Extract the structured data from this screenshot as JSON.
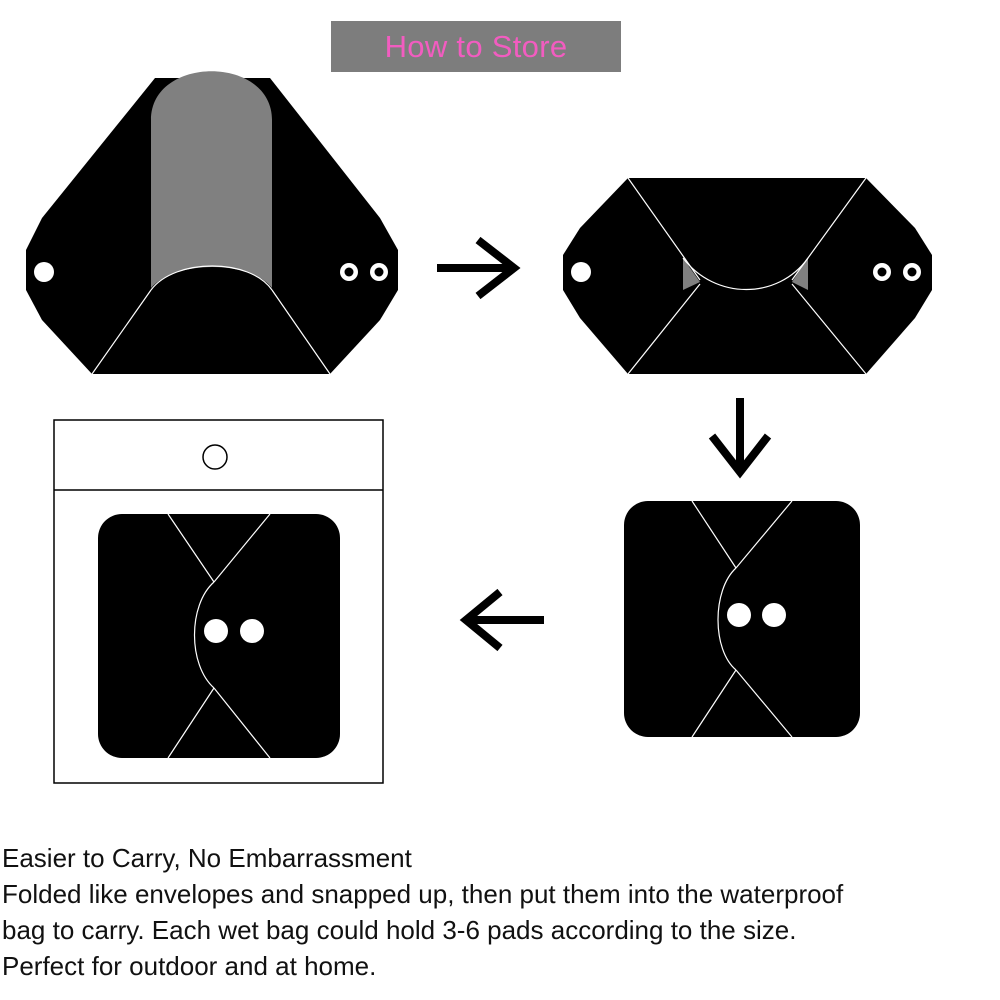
{
  "title": "How to Store",
  "colors": {
    "title_text": "#f25cc0",
    "title_background": "#7d7d7d",
    "pad": "#000000",
    "wing_gray": "#808080",
    "fold_lines": "#ffffff",
    "bag_outline": "#000000"
  },
  "steps": [
    {
      "name": "unfolded-pad"
    },
    {
      "name": "wings-folded-pad"
    },
    {
      "name": "folded-square-pad"
    },
    {
      "name": "pad-in-wet-bag"
    }
  ],
  "arrows": [
    "right-arrow",
    "down-arrow",
    "left-arrow"
  ],
  "caption": {
    "heading": "Easier to Carry, No Embarrassment",
    "line1": "Folded like envelopes and snapped up, then put them into the waterproof",
    "line2": "bag to carry.  Each wet bag could hold 3-6 pads according to the size.",
    "line3": "Perfect for outdoor and at home."
  }
}
